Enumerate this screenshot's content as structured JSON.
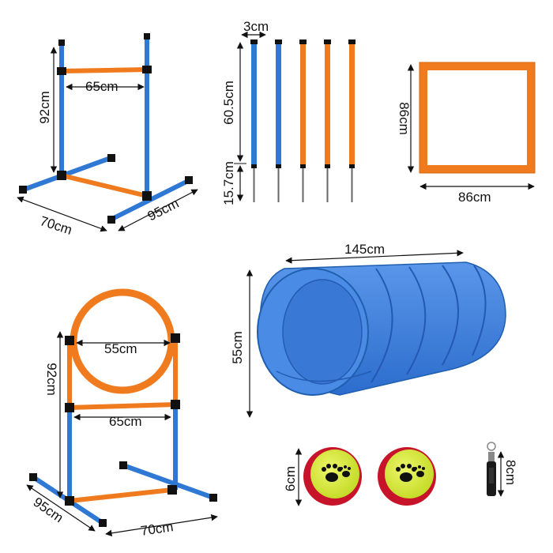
{
  "colors": {
    "blue": "#2f78d4",
    "blue_dark": "#1f5fae",
    "orange": "#f07b1f",
    "orange_light": "#f6a25a",
    "tunnel_blue": "#3d7fe0",
    "ball_yellow": "#d9ec3a",
    "ball_red": "#c8142a",
    "black": "#111111"
  },
  "hurdle": {
    "height_label": "92cm",
    "bar_label": "65cm",
    "base_width_label": "70cm",
    "base_depth_label": "95cm"
  },
  "poles": {
    "diameter_label": "3cm",
    "pole_length_label": "60.5cm",
    "spike_length_label": "15.7cm"
  },
  "square_frame": {
    "side_label": "86cm",
    "width_label": "86cm"
  },
  "hoop_jump": {
    "ring_label": "55cm",
    "bar_label": "65cm",
    "height_label": "92cm",
    "base_depth_label": "95cm",
    "base_width_label": "70cm"
  },
  "tunnel": {
    "length_label": "145cm",
    "diameter_label": "55cm"
  },
  "balls": {
    "diameter_label": "6cm",
    "icon": "paw-print-icon"
  },
  "whistle": {
    "length_label": "8cm"
  }
}
